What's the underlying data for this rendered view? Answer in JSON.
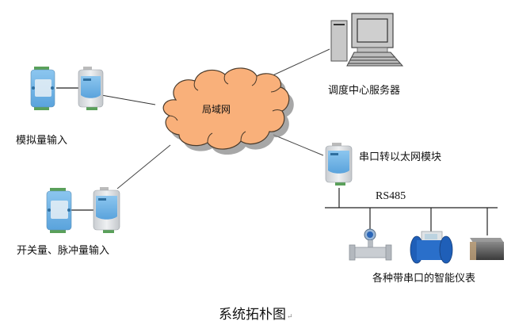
{
  "diagram": {
    "caption": "系统拓朴图",
    "caption_mark": "↵",
    "network_label": "局域网",
    "nodes": {
      "analog_input": {
        "label": "模拟量输入"
      },
      "switch_pulse_input": {
        "label": "开关量、脉冲量输入"
      },
      "server": {
        "label": "调度中心服务器"
      },
      "serial_ethernet_module": {
        "label": "串口转以太网模块"
      },
      "smart_meters": {
        "label": "各种带串口的智能仪表"
      }
    },
    "bus": {
      "label": "RS485"
    },
    "colors": {
      "cloud_fill": "#f9b07a",
      "cloud_stroke": "#4a3a2a",
      "module_blue": "#6fb3e6",
      "module_gray": "#d9dde0",
      "terminal_green": "#5aa05a",
      "meter_blue": "#1f5fb8"
    }
  }
}
